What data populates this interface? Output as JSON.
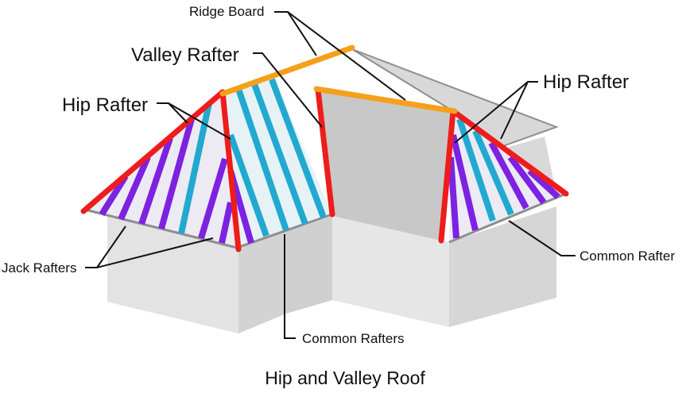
{
  "title": "Hip and Valley Roof",
  "labels": {
    "ridge_board": "Ridge Board",
    "valley_rafter": "Valley Rafter",
    "hip_rafter_left": "Hip Rafter",
    "hip_rafter_right": "Hip Rafter",
    "jack_rafters": "Jack Rafters",
    "common_rafters": "Common Rafters",
    "common_rafter": "Common Rafter"
  },
  "colors": {
    "hip_rafter": "#ee1c1c",
    "ridge_board": "#f5a01a",
    "common_rafter": "#22a9cf",
    "jack_rafter": "#7d22e0",
    "wall_front": "#e3e3e3",
    "wall_side": "#d3d3d3",
    "roof_surface": "#ecebf4",
    "roof_outline": "#8e8e8e"
  }
}
